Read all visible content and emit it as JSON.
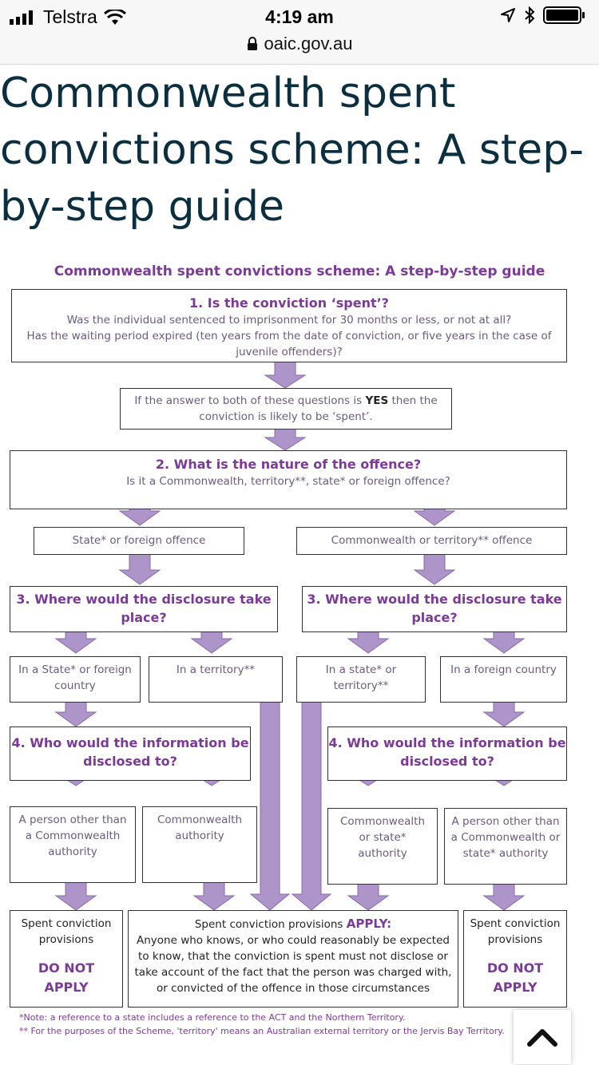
{
  "status": {
    "carrier": "Telstra",
    "time": "4:19 am",
    "url": "oaic.gov.au"
  },
  "page": {
    "title": "Commonwealth spent convictions scheme: A step-by-step guide"
  },
  "flow": {
    "title": "Commonwealth spent convictions scheme: A step-by-step guide",
    "step1": {
      "heading": "1. Is the conviction ‘spent’?",
      "line1": "Was the individual  sentenced to imprisonment  for 30 months or less, or not at all?",
      "line2": "Has the waiting period expired (ten years from the date of conviction,  or five years in the case of",
      "line3": "juvenile offenders)?"
    },
    "answer": {
      "pre": "If the answer to both of these questions is ",
      "yes": "YES",
      "post": " then the",
      "line2": "conviction  is likely to be ‘spent’."
    },
    "step2": {
      "heading": "2. What is the nature of the offence?",
      "line": "Is it a Commonwealth,  territory**, state* or foreign offence?"
    },
    "offence_left": "State* or foreign offence",
    "offence_right": "Commonwealth  or territory** offence",
    "step3_left": {
      "line1": "3. Where would the disclosure take",
      "line2": "place?"
    },
    "step3_right": {
      "line1": "3.  Where would the disclosure take",
      "line2": "place?"
    },
    "place_a": {
      "line1": "In a State* or foreign",
      "line2": "country"
    },
    "place_b": {
      "line1": "In a territory**"
    },
    "place_c": {
      "line1": "In a state* or",
      "line2": "territory**"
    },
    "place_d": {
      "line1": "In a foreign country"
    },
    "step4_left": {
      "line1": "4.  Who would the information be",
      "line2": "disclosed to?"
    },
    "step4_right": {
      "line1": "4.  Who would the information be",
      "line2": "disclosed to?"
    },
    "who_a": {
      "line1": "A person other than",
      "line2": "a Commonwealth",
      "line3": "authority"
    },
    "who_b": {
      "line1": "Commonwealth",
      "line2": "authority"
    },
    "who_c": {
      "line1": "Commonwealth",
      "line2": "or state*",
      "line3": "authority"
    },
    "who_d": {
      "line1": "A person other than",
      "line2": "a Commonwealth  or",
      "line3": "state* authority"
    },
    "result_left": {
      "line1": "Spent conviction",
      "line2": "provisions",
      "line3": "DO NOT",
      "line4": "APPLY"
    },
    "result_mid": {
      "pre": "Spent conviction  provisions ",
      "apply": "APPLY:",
      "line2": "Anyone  who knows,  or who could reasonably  be expected",
      "line3": "to know, that the conviction  is spent must not disclose or",
      "line4": "take account of the fact that the person was charged with,",
      "line5": "or convicted  of the offence in those circumstances"
    },
    "result_right": {
      "line1": "Spent conviction",
      "line2": "provisions",
      "line3": "DO NOT",
      "line4": "APPLY"
    },
    "note1": "*Note: a reference to a state includes a reference to the ACT and the Northern Territory.",
    "note2": "** For the purposes of the Scheme, 'territory' means an Australian external territory or the Jervis Bay Territory."
  },
  "colors": {
    "accent": "#7c3a98",
    "arrow": "#ad94c9",
    "title": "#0c2f40"
  },
  "icons": [
    "signal-icon",
    "wifi-icon",
    "lock-icon",
    "location-icon",
    "bluetooth-icon",
    "battery-icon",
    "chevron-up-icon"
  ]
}
